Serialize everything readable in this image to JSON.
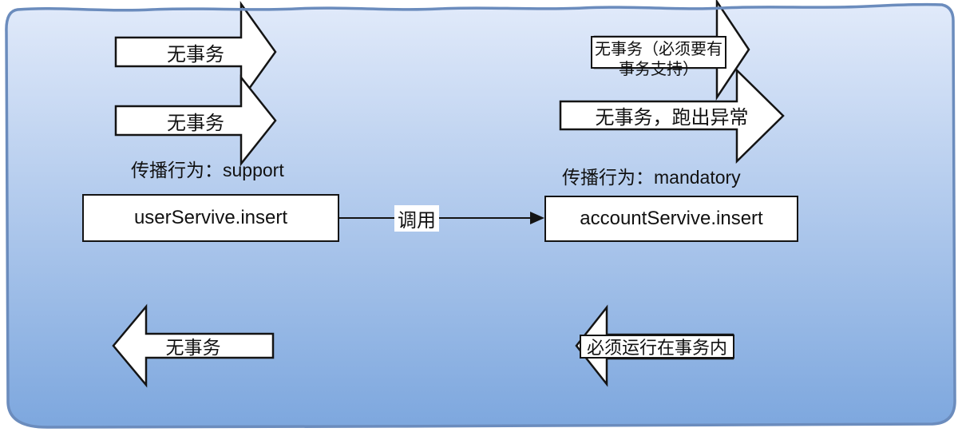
{
  "colors": {
    "region_top": "#e1eafa",
    "region_bottom": "#7da7de",
    "region_border": "#6b8cbd",
    "shape_fill": "#ffffff",
    "shape_stroke": "#141414",
    "text": "#111111"
  },
  "arrows": {
    "top_left_1": {
      "label": "无事务",
      "direction": "right"
    },
    "top_left_2": {
      "label": "无事务",
      "direction": "right"
    },
    "top_right_1": {
      "label_line1": "无事务（必须要有",
      "label_line2": "事务支持）",
      "direction": "right"
    },
    "top_right_2": {
      "label": "无事务，跑出异常",
      "direction": "right"
    },
    "bottom_left": {
      "label": "无事务",
      "direction": "left"
    },
    "bottom_right": {
      "label": "必须运行在事务内",
      "direction": "left"
    }
  },
  "propagation": {
    "left": "传播行为：support",
    "right": "传播行为：mandatory"
  },
  "nodes": {
    "caller": "userServive.insert",
    "callee": "accountServive.insert"
  },
  "connector": {
    "label": "调用"
  }
}
